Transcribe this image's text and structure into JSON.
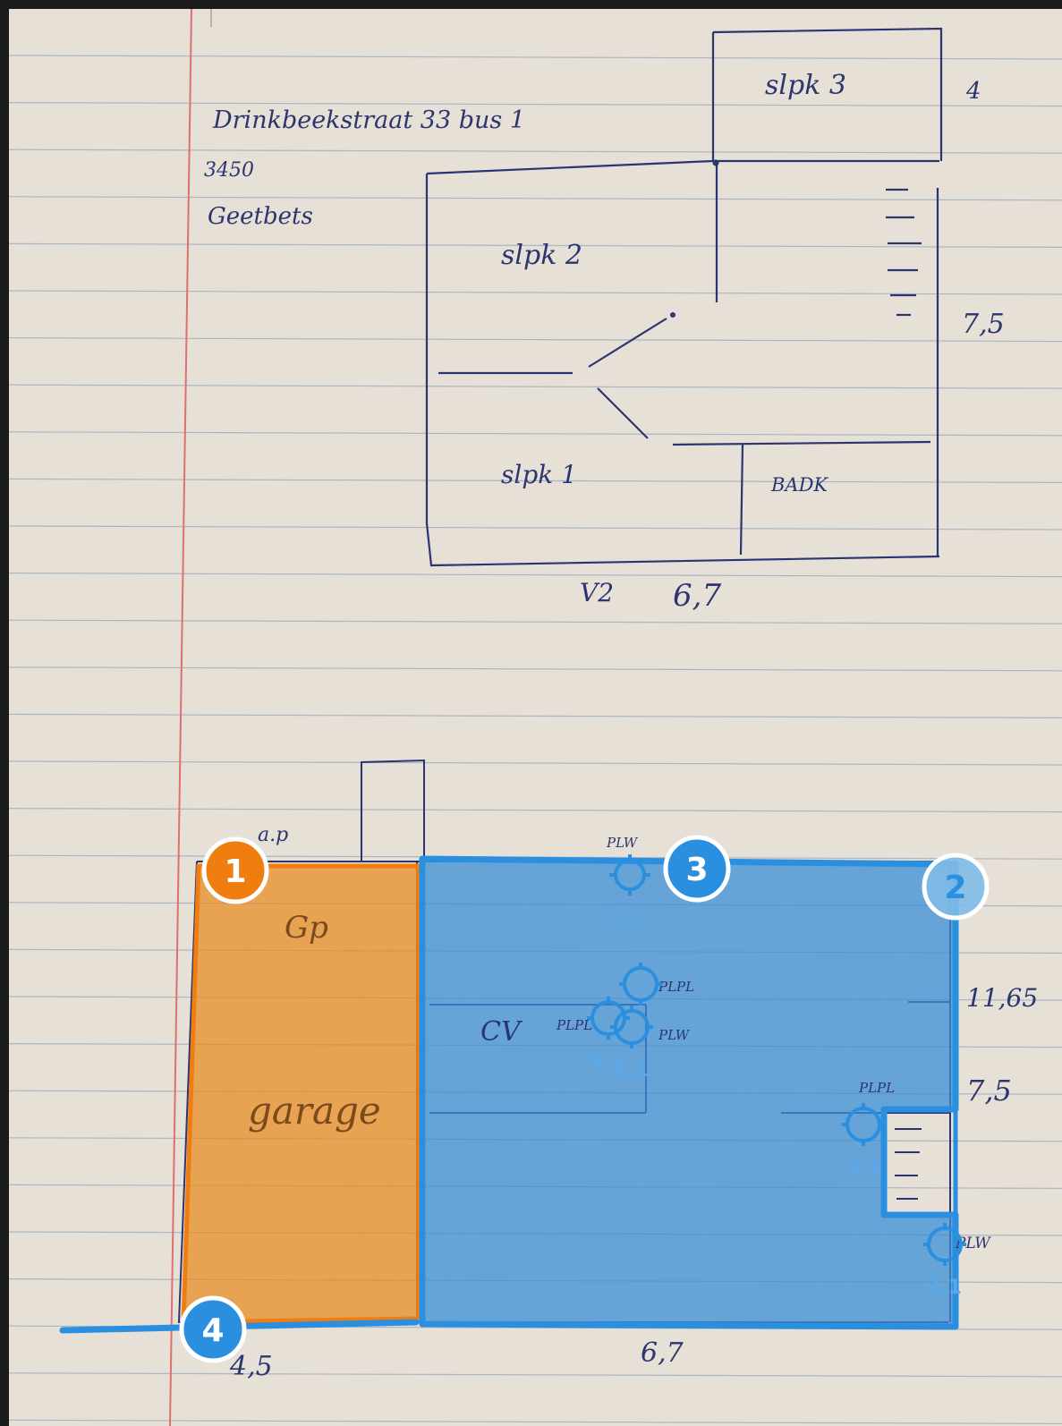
{
  "sketch": {
    "address_line": "Drinkbeekstraat 33 bus 1",
    "postcode": "3450",
    "city": "Geetbets",
    "room_slpk3": "slpk 3",
    "room_slpk2": "slpk 2",
    "room_slpk1": "slpk 1",
    "room_badk": "BADK",
    "floor_label": "V2",
    "dim_width_upper": "6,7",
    "dim_height_upper": "7,5",
    "dim_extra_upper": "4",
    "room_gp": "Gp",
    "room_garage": "garage",
    "room_cv": "CV",
    "gp_top_label": "a.p",
    "dim_width_lower": "6,7",
    "dim_garage_width": "4,5",
    "dim_right_1": "11,65",
    "dim_right_2": "7,5"
  },
  "markers": {
    "zone_1": "1",
    "zone_2": "2",
    "zone_3": "3",
    "zone_4": "4",
    "pt_a_label": "2.1",
    "pt_b_label": "3.1",
    "pt_c_label": "2.1",
    "pt_d_label": "3.1",
    "pt_e_label": "2.1",
    "tag_plw_top": "PLW",
    "tag_plpl_mid": "PLPL",
    "tag_plpl_left": "PLPL",
    "tag_plw_mid": "PLW",
    "tag_plpl_right": "PLPL",
    "tag_plw_right": "PLW"
  },
  "colors": {
    "paper": "#e6e0d6",
    "rule_line": "#a9b7c4",
    "margin_line": "#e07070",
    "ink": "#2b3570",
    "orange_fill": "#e8891f",
    "orange_stroke": "#f07d10",
    "blue_fill": "#3b8fd6",
    "blue_stroke": "#2b8fe0",
    "marker_white": "#ffffff"
  }
}
